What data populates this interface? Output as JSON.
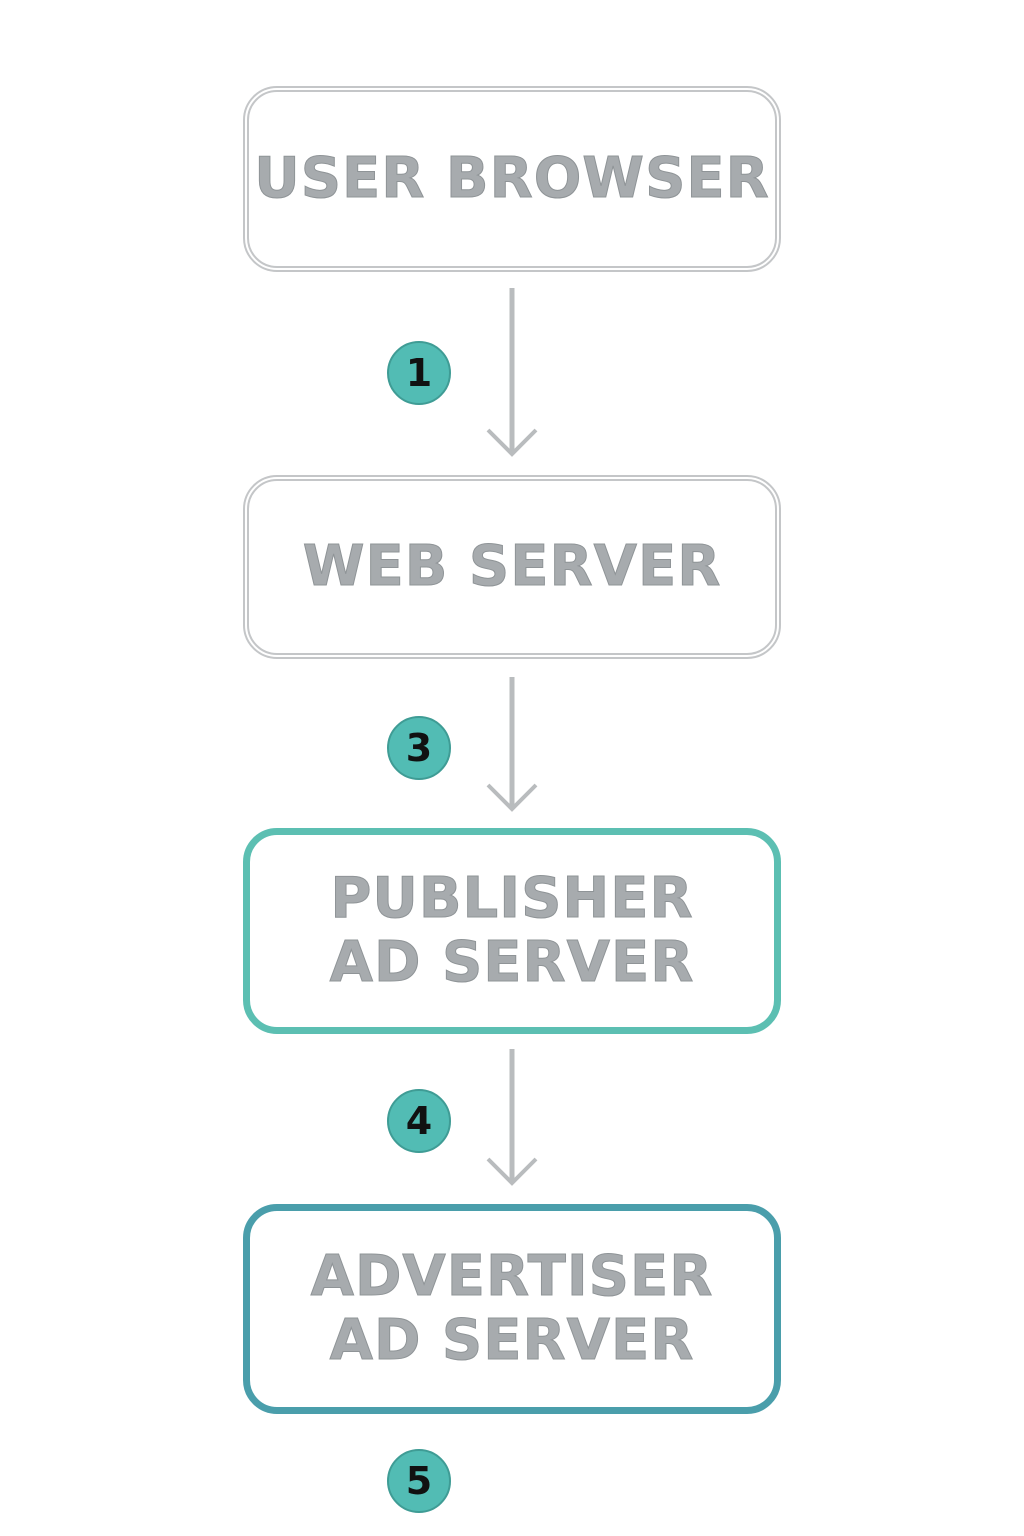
{
  "nodes": [
    {
      "label": "USER BROWSER"
    },
    {
      "label": "WEB SERVER"
    },
    {
      "label": "PUBLISHER\nAD SERVER"
    },
    {
      "label": "ADVERTISER\nAD SERVER"
    }
  ],
  "steps": [
    "1",
    "3",
    "4",
    "5"
  ],
  "colors": {
    "gray_border": "#c4c6c8",
    "teal_border": "#5cbfb2",
    "blue_border": "#4a9eab",
    "badge": "#52bcb4"
  }
}
